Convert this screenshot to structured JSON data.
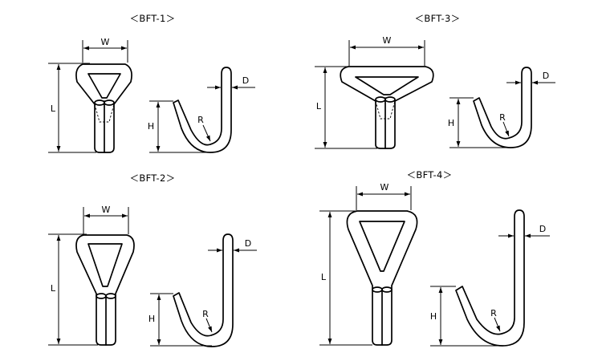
{
  "diagrams": [
    {
      "title": "＜BFT-1＞",
      "dimensions": {
        "width": "W",
        "length": "L",
        "height": "H",
        "radius": "R",
        "diameter": "D"
      }
    },
    {
      "title": "＜BFT-2＞",
      "dimensions": {
        "width": "W",
        "length": "L",
        "height": "H",
        "radius": "R",
        "diameter": "D"
      }
    },
    {
      "title": "＜BFT-3＞",
      "dimensions": {
        "width": "W",
        "length": "L",
        "height": "H",
        "radius": "R",
        "diameter": "D"
      }
    },
    {
      "title": "＜BFT-4＞",
      "dimensions": {
        "width": "W",
        "length": "L",
        "height": "H",
        "radius": "R",
        "diameter": "D"
      }
    }
  ]
}
